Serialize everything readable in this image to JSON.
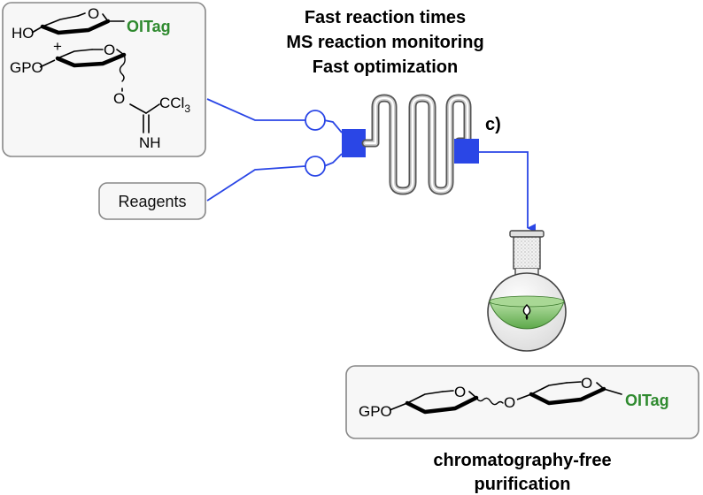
{
  "colors": {
    "flow": "#2a46e6",
    "tag": "#2f8a2f",
    "box_stroke": "#888888",
    "box_fill": "#f7f7f7",
    "liquid": "#7fc46a"
  },
  "headlines": [
    "Fast reaction times",
    "MS reaction monitoring",
    "Fast optimization"
  ],
  "start_box": {
    "acceptor_prefix": "HO",
    "plus": "+",
    "donor_prefix": "GPO",
    "oxygen": "O",
    "imidate_group": "CCl",
    "imidate_subscript": "3",
    "nh": "NH"
  },
  "tag_label": "OITag",
  "reagents_label": "Reagents",
  "step_label": "c)",
  "product_box": {
    "prefix": "GPO",
    "oxygen": "O"
  },
  "footer": [
    "chromatography-free",
    "purification"
  ],
  "icons": [
    "pump-circle-icon",
    "mixer-block-icon",
    "serpentine-reactor-icon",
    "collection-flask-icon",
    "stir-bar-icon"
  ]
}
